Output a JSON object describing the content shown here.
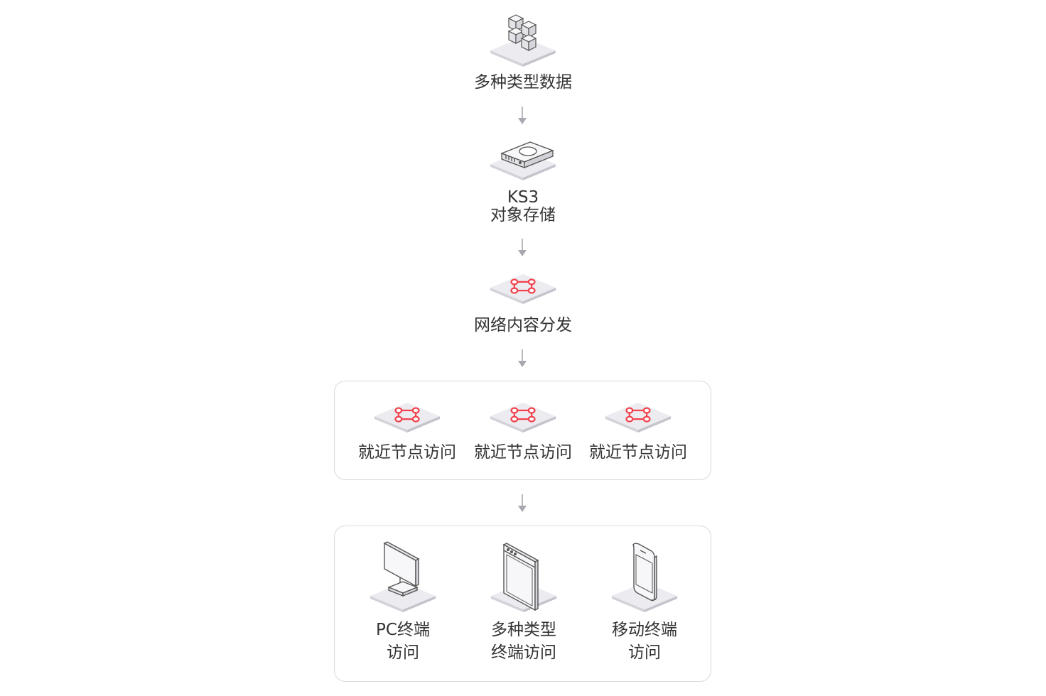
{
  "flow": {
    "step1": {
      "label": "多种类型数据",
      "icon": "cubes-icon"
    },
    "step2": {
      "label_line1": "KS3",
      "label_line2": "对象存储",
      "icon": "storage-device-icon"
    },
    "step3": {
      "label": "网络内容分发",
      "icon": "cdn-network-icon"
    },
    "edge_nodes": {
      "items": [
        {
          "label": "就近节点访问",
          "icon": "cdn-network-icon"
        },
        {
          "label": "就近节点访问",
          "icon": "cdn-network-icon"
        },
        {
          "label": "就近节点访问",
          "icon": "cdn-network-icon"
        }
      ]
    },
    "terminals": {
      "items": [
        {
          "line1": "PC终端",
          "line2": "访问",
          "icon": "pc-monitor-icon"
        },
        {
          "line1": "多种类型",
          "line2": "终端访问",
          "icon": "device-panel-icon"
        },
        {
          "line1": "移动终端",
          "line2": "访问",
          "icon": "mobile-phone-icon"
        }
      ]
    }
  },
  "colors": {
    "accent": "#f2424e",
    "platform_top": "#e9e9ee",
    "platform_side": "#cfcfd6",
    "arrow": "#a8a8b0",
    "panel_border": "#d9d9df"
  }
}
